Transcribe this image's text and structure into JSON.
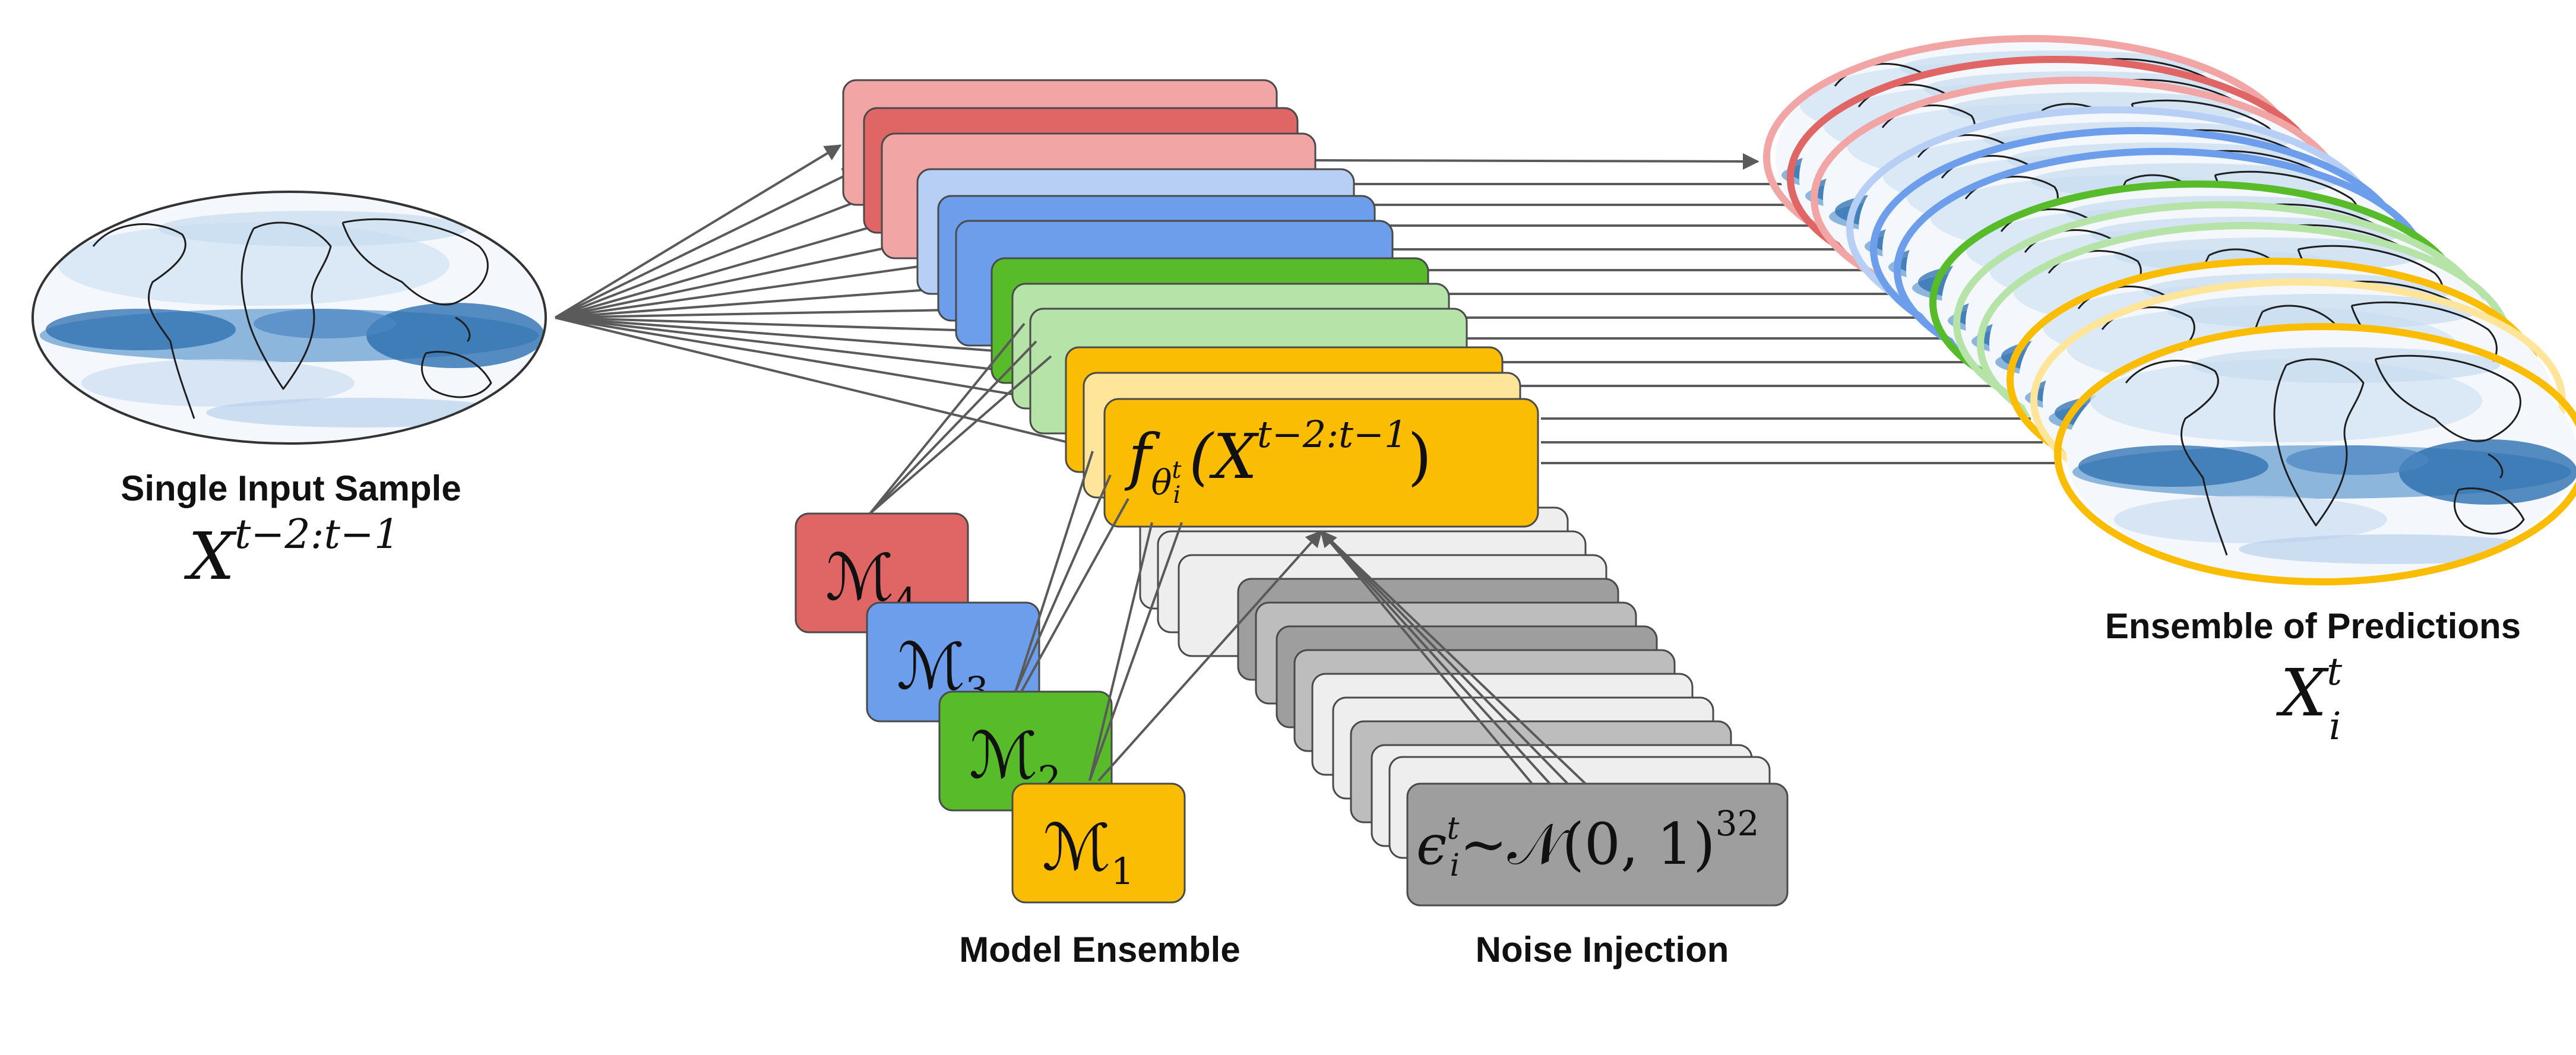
{
  "colors": {
    "red_dark": "#e06666",
    "red_light": "#f2a5a5",
    "blue_dark": "#6d9eeb",
    "blue_light": "#b7cff5",
    "green_dark": "#57bb2a",
    "green_light": "#b6e3a8",
    "yellow_dark": "#fbbc04",
    "yellow_light": "#ffe59a",
    "grey_dark": "#9e9e9e",
    "grey_light": "#eeeeee",
    "ocean_blue": "#2c6fb0"
  },
  "input": {
    "label": "Single Input Sample",
    "math_base": "X",
    "math_sup": "t−2:t−1"
  },
  "function_box": {
    "f": "f",
    "theta": "θ",
    "theta_sup": "t",
    "theta_sub": "i",
    "arg_open": "(X",
    "arg_sup": "t−2:t−1",
    "arg_close": ")"
  },
  "models": [
    {
      "symbol": "ℳ",
      "index": "4",
      "color": "red"
    },
    {
      "symbol": "ℳ",
      "index": "3",
      "color": "blue"
    },
    {
      "symbol": "ℳ",
      "index": "2",
      "color": "green"
    },
    {
      "symbol": "ℳ",
      "index": "1",
      "color": "yellow"
    }
  ],
  "model_ensemble_label": "Model Ensemble",
  "noise": {
    "label": "Noise Injection",
    "epsilon": "ϵ",
    "eps_sup": "t",
    "eps_sub": "i",
    "dist": "∼𝒩(0, 1)",
    "dist_sup": "32"
  },
  "output": {
    "label": "Ensemble of Predictions",
    "math_base": "X",
    "math_sup": "t",
    "math_sub": "i"
  }
}
